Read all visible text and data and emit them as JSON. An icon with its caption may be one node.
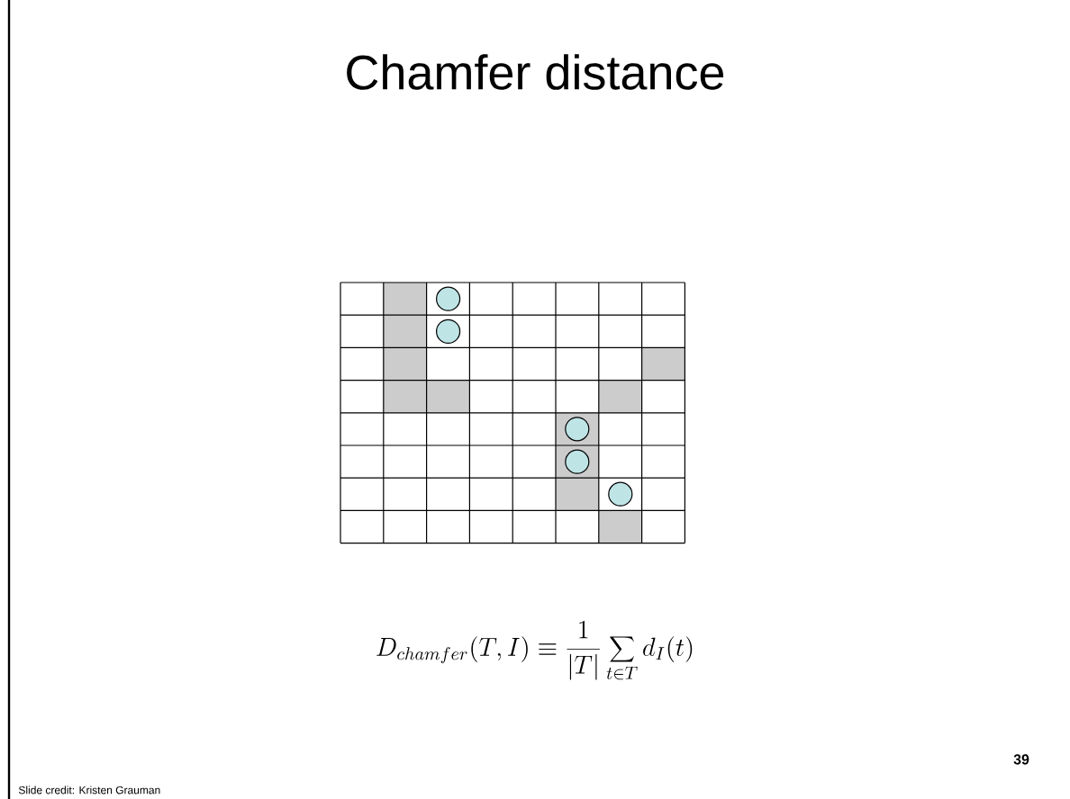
{
  "diagram": {
    "title": "Chamfer distance",
    "labels": [
      "D_{chamfer}(T,I) \\equiv \\frac{1}{|T|} \\sum_{t \\in T} d_I(t)",
      "39",
      "Slide credit: Kristen Grauman"
    ]
  }
}
